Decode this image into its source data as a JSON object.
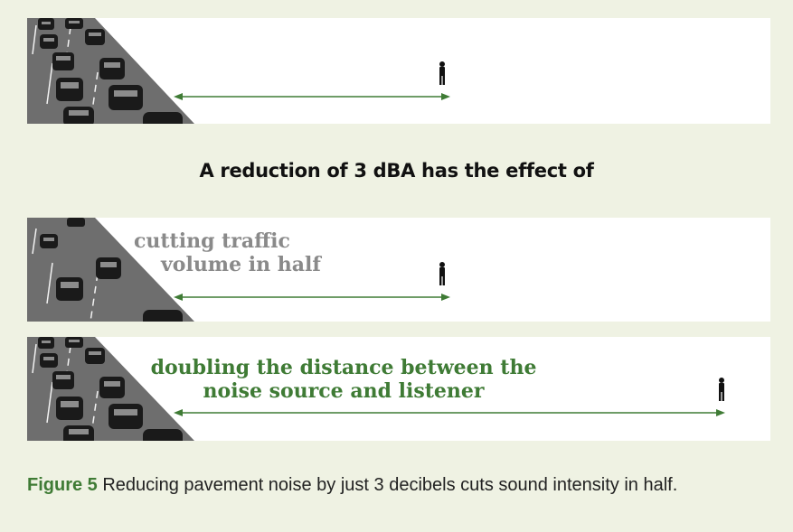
{
  "heading": "A reduction of 3 dBA has the effect of",
  "panel2_label_line1": "cutting traffic",
  "panel2_label_line2": "volume in half",
  "panel3_label_line1": "doubling the distance between the",
  "panel3_label_line2": "noise source and listener",
  "caption_figure": "Figure 5",
  "caption_text": " Reducing pavement noise by just 3 decibels cuts sound intensity in half.",
  "colors": {
    "background": "#eff2e3",
    "arrow": "#3f7b35",
    "label_gray": "#8a8a8a",
    "label_green": "#3f7b35",
    "road": "#6e6e6e"
  },
  "icons": [
    "traffic-road-icon",
    "car-icon",
    "person-icon",
    "double-arrow-icon"
  ]
}
